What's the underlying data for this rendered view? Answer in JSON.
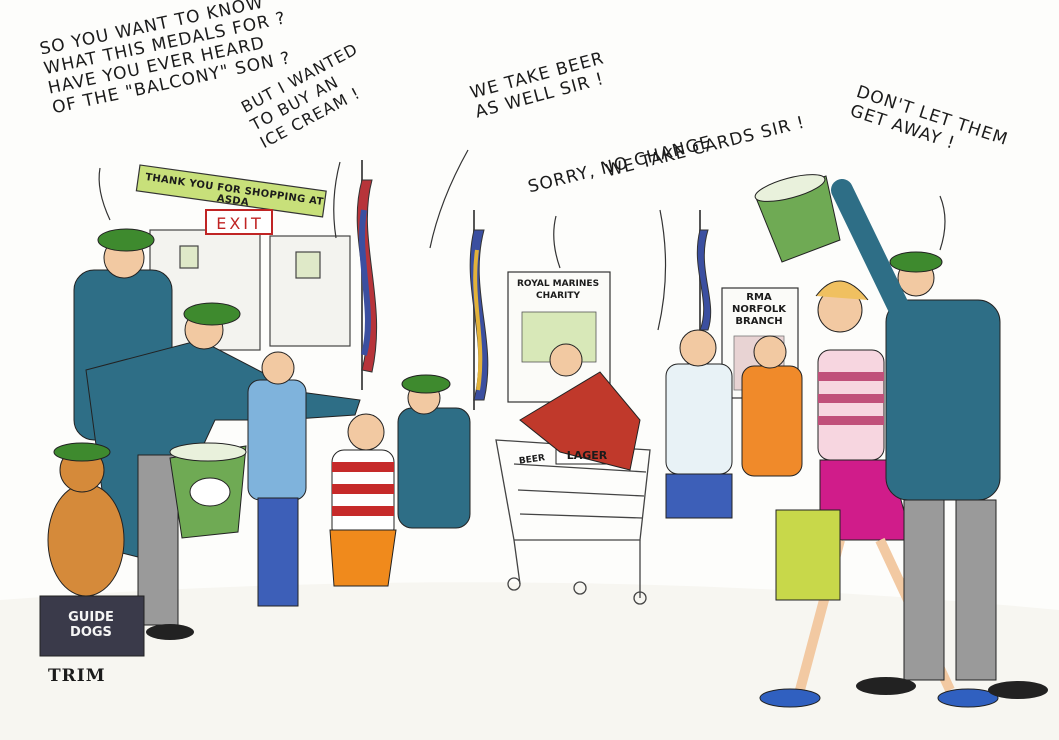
{
  "speech": {
    "medals": "SO YOU WANT TO KNOW\nWHAT THIS MEDALS FOR ?\nHAVE YOU EVER HEARD\nOF THE \"BALCONY\" SON ?",
    "icecream": "BUT I WANTED\nTO BUY AN\nICE CREAM !",
    "beer": "WE TAKE BEER\nAS WELL SIR !",
    "nochange": "SORRY, NO CHANGE",
    "cards": "WE TAKE CARDS SIR !",
    "getaway": "DON'T LET THEM\nGET AWAY !"
  },
  "signs": {
    "thankyou": "THANK YOU FOR SHOPPING AT ASDA",
    "exit": "EXIT",
    "charity": "ROYAL MARINES\nCHARITY",
    "rma": "RMA\nNORFOLK\nBRANCH",
    "lager": "LAGER",
    "beer": "BEER",
    "guide_dogs": "GUIDE\nDOGS"
  },
  "signature": "TRIM",
  "colors": {
    "beret": "#3e8a2e",
    "uniform": "#2e6e86",
    "flag_red": "#b7343a",
    "flag_blue": "#3b4fa0",
    "skirt": "#d01c8a",
    "bucket": "#6faa54",
    "sign_green": "#c8e07a"
  }
}
